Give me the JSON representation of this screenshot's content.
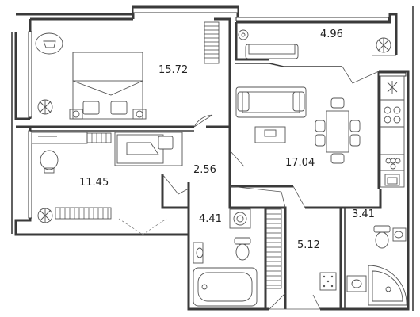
{
  "rooms": [
    {
      "id": "bedroom",
      "area": "15.72"
    },
    {
      "id": "balcony",
      "area": "4.96"
    },
    {
      "id": "living-kitchen",
      "area": "17.04"
    },
    {
      "id": "hall",
      "area": "2.56"
    },
    {
      "id": "bedroom-2",
      "area": "11.45"
    },
    {
      "id": "bathroom",
      "area": "4.41"
    },
    {
      "id": "corridor",
      "area": "5.12"
    },
    {
      "id": "wc",
      "area": "3.41"
    }
  ]
}
